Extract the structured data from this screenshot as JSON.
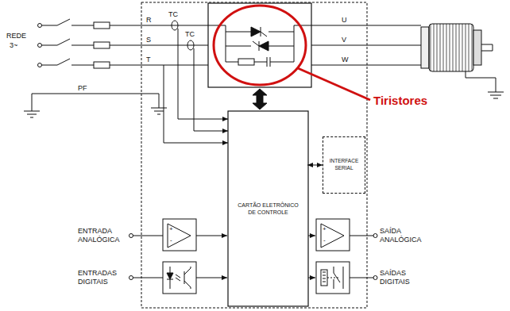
{
  "diagram": {
    "nodes": [
      {
        "text": [
          "CARTÃO ELETRÔNICO DE CONTROLE"
        ]
      },
      {
        "text": [
          "INTERFACE SERIAL"
        ]
      }
    ],
    "edges": [
      {
        "from": 0,
        "to": 1,
        "arrow": "both"
      }
    ],
    "labels": [
      "REDE",
      "3~",
      "R",
      "S",
      "T",
      "PF",
      "TC",
      "TC",
      "U",
      "V",
      "W",
      "Tiristores",
      "ENTRADA ANALÓGICA",
      "ENTRADAS DIGITAIS",
      "SAÍDA ANALÓGICA",
      "SAÍDAS DIGITAIS",
      "+",
      "-",
      "+",
      "-"
    ]
  }
}
